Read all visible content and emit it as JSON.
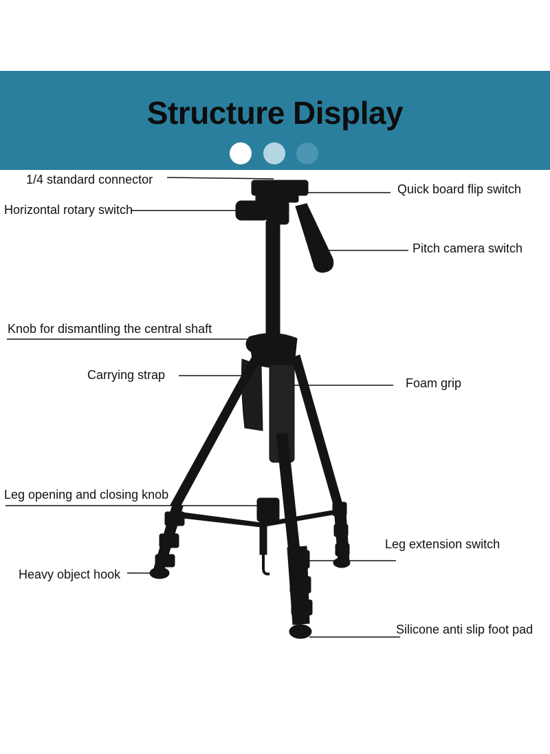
{
  "header": {
    "title": "Structure Display",
    "dots": [
      "#ffffff",
      "#b3d6e2",
      "#4b95b2"
    ]
  },
  "labels": {
    "standard_connector": "1/4 standard connector",
    "quick_board_flip": "Quick board flip switch",
    "horizontal_rotary": "Horizontal rotary switch",
    "pitch_camera": "Pitch camera switch",
    "central_shaft_knob": "Knob for dismantling the central shaft",
    "carrying_strap": "Carrying strap",
    "foam_grip": "Foam grip",
    "leg_knob": "Leg opening and closing knob",
    "leg_extension": "Leg extension switch",
    "heavy_hook": "Heavy object hook",
    "foot_pad": "Silicone anti slip foot pad"
  },
  "colors": {
    "banner": "#2a7f9e",
    "tripod": "#141414"
  }
}
